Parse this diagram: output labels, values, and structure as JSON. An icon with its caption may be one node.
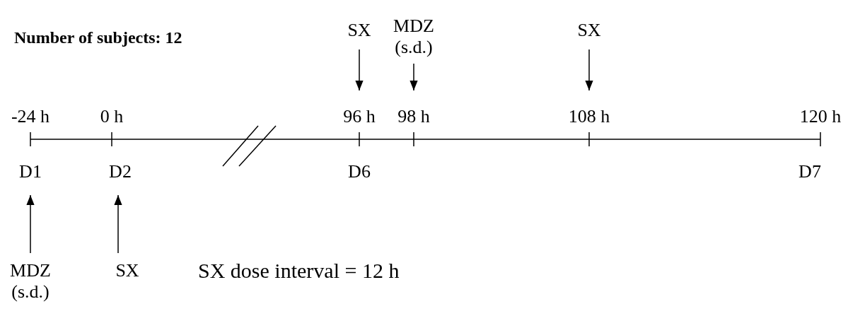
{
  "diagram": {
    "title": "Number of subjects: 12",
    "nodes": [
      {
        "text": [
          "SX"
        ]
      },
      {
        "text": [
          "MDZ (s.d.)"
        ]
      },
      {
        "text": [
          "SX"
        ]
      },
      {
        "text": [
          "MDZ (s.d.)"
        ]
      },
      {
        "text": [
          "SX"
        ]
      }
    ],
    "edges": [
      {
        "from": 0,
        "to": null,
        "arrow": "to"
      },
      {
        "from": 1,
        "to": null,
        "arrow": "to"
      },
      {
        "from": 2,
        "to": null,
        "arrow": "to"
      },
      {
        "from": 3,
        "to": null,
        "arrow": "to"
      },
      {
        "from": 4,
        "to": null,
        "arrow": "to"
      }
    ],
    "labels": [
      "-24 h",
      "0 h",
      "96 h",
      "98 h",
      "108 h",
      "120 h",
      "D1",
      "D2",
      "D6",
      "D7",
      "SX dose interval = 12 h"
    ]
  }
}
